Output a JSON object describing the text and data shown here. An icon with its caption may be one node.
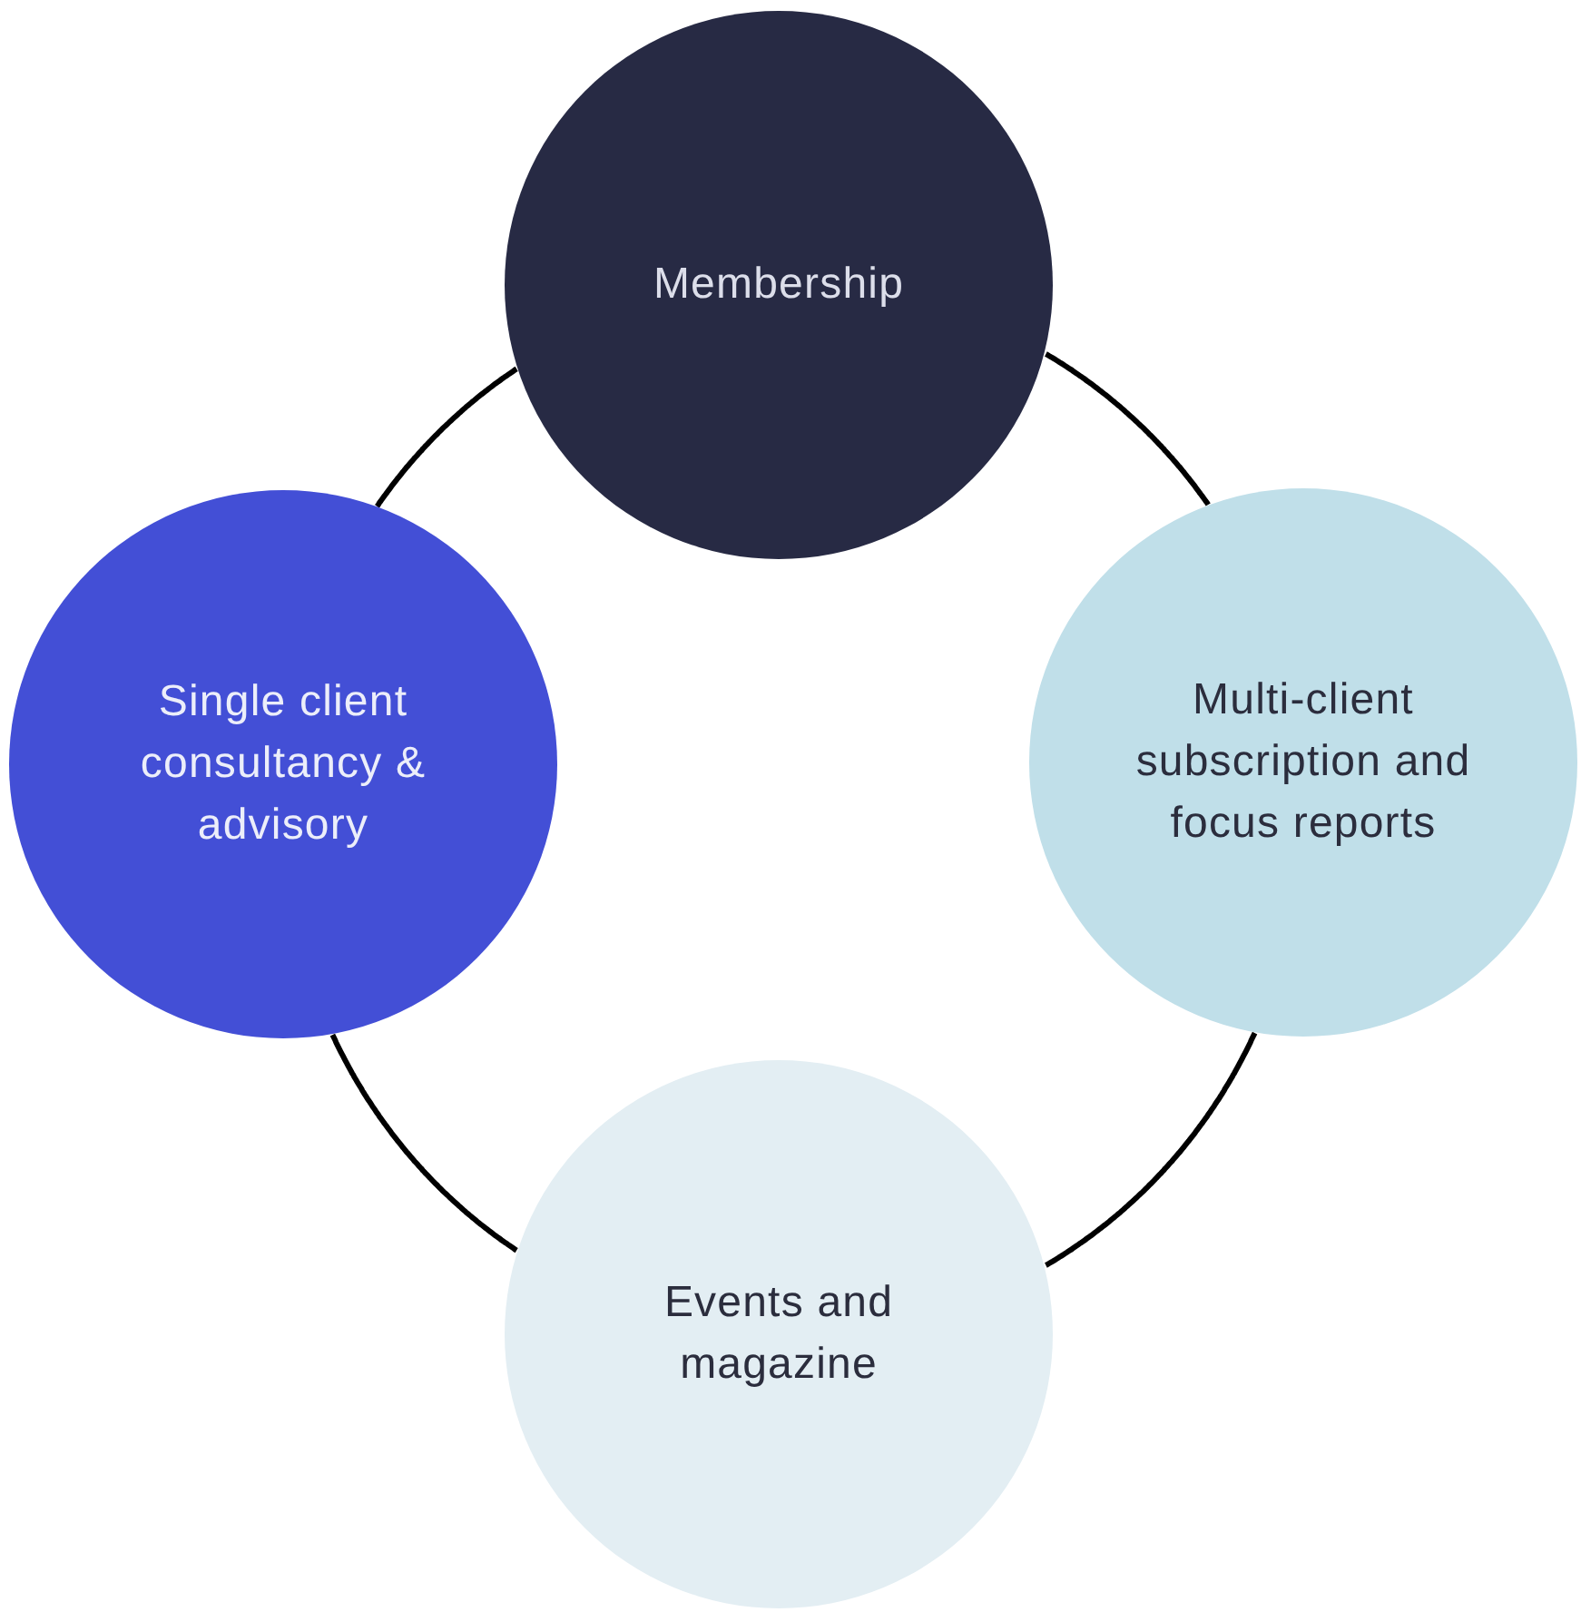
{
  "diagram": {
    "nodes": [
      {
        "text": [
          "Membership"
        ]
      },
      {
        "text": [
          "Single client consultancy & advisory"
        ]
      },
      {
        "text": [
          "Multi-client subscription and focus reports"
        ]
      },
      {
        "text": [
          "Events and magazine"
        ]
      }
    ],
    "edges": [
      {
        "from": 0,
        "to": 2,
        "arrow": "none"
      },
      {
        "from": 2,
        "to": 3,
        "arrow": "none"
      },
      {
        "from": 3,
        "to": 1,
        "arrow": "none"
      },
      {
        "from": 1,
        "to": 0,
        "arrow": "none"
      }
    ]
  }
}
